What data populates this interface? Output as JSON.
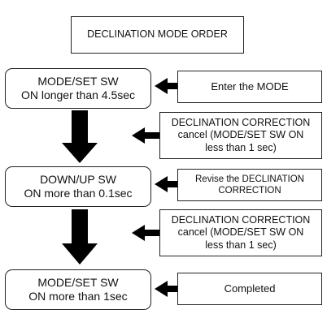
{
  "title": "DECLINATION MODE ORDER",
  "steps": [
    {
      "label": "MODE/SET SW\nON longer than 4.5sec"
    },
    {
      "label": "DOWN/UP SW\nON more than 0.1sec"
    },
    {
      "label": "MODE/SET SW\nON more than 1sec"
    }
  ],
  "notes": [
    {
      "label": "Enter the MODE"
    },
    {
      "label": "DECLINATION CORRECTION\ncancel (MODE/SET SW ON\nless than 1 sec)"
    },
    {
      "label": "Revise the  DECLINATION\nCORRECTION"
    },
    {
      "label": "DECLINATION CORRECTION\ncancel (MODE/SET SW ON\nless than 1 sec)"
    },
    {
      "label": "Completed"
    }
  ]
}
